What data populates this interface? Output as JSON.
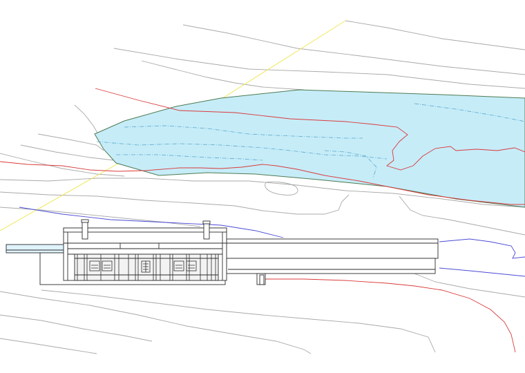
{
  "canvas": {
    "background": "#ffffff"
  },
  "colors": {
    "terrain_contour": "#a8a8a8",
    "property_line": "#d93a3a",
    "water_boundary": "#4a4ad6",
    "survey_axis": "#f0e85a",
    "survey_axis_green": "#a6d48a",
    "pond_fill": "#c6ecf8",
    "pond_edge": "#4c7a52",
    "pond_inner_line": "#5aa8c8",
    "building_line": "#2b2b2b",
    "building_fill": "#ffffff"
  },
  "layers": [
    {
      "name": "terrain-contours",
      "color": "terrain_contour"
    },
    {
      "name": "property-lines",
      "color": "property_line"
    },
    {
      "name": "water-boundary",
      "color": "water_boundary"
    },
    {
      "name": "survey-axis",
      "color": "survey_axis"
    },
    {
      "name": "pond",
      "color": "pond_fill"
    },
    {
      "name": "building",
      "color": "building_line"
    }
  ]
}
